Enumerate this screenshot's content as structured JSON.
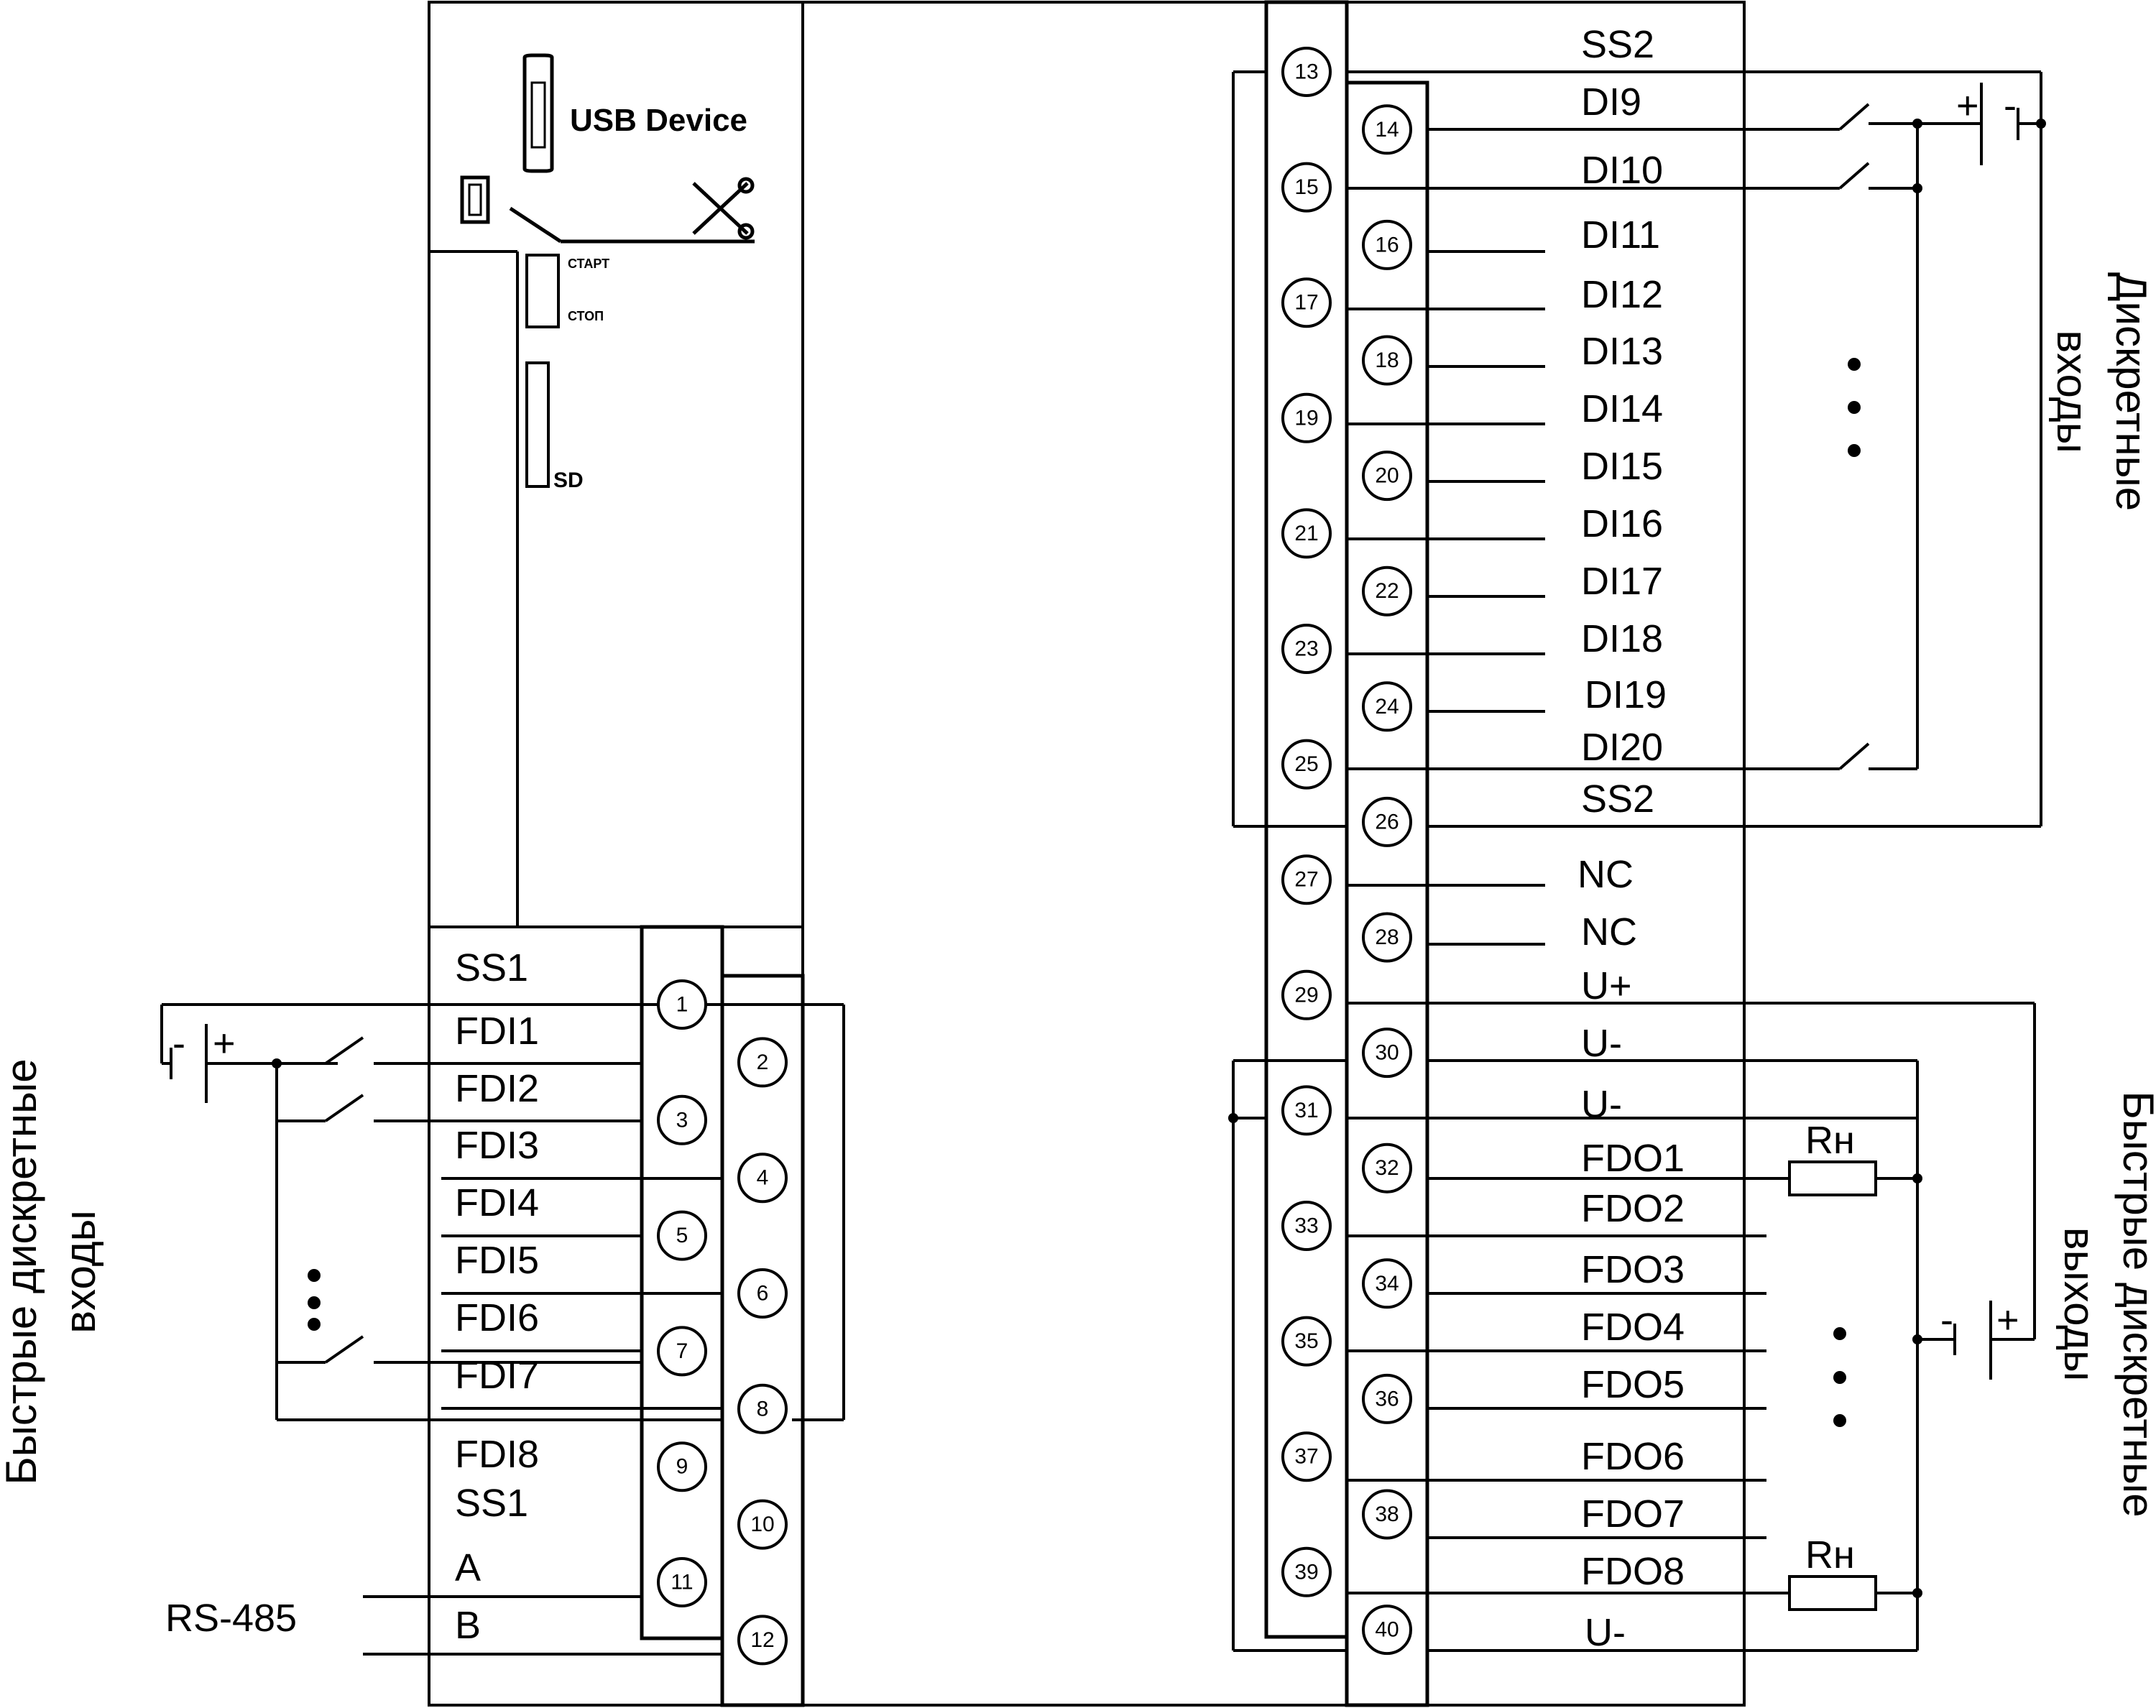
{
  "device": {
    "usb_label": "USB Device",
    "start_label": "СТАРТ",
    "stop_label": "СТОП",
    "sd_label": "SD"
  },
  "left_block": {
    "labels": [
      "SS1",
      "FDI1",
      "FDI2",
      "FDI3",
      "FDI4",
      "FDI5",
      "FDI6",
      "FDI7",
      "FDI8",
      "SS1",
      "A",
      "B"
    ],
    "terminals": [
      "1",
      "2",
      "3",
      "4",
      "5",
      "6",
      "7",
      "8",
      "9",
      "10",
      "11",
      "12"
    ],
    "rs485_label": "RS-485",
    "side_title": [
      "Быстрые дискретные",
      "входы"
    ]
  },
  "right_block": {
    "labels": [
      "SS2",
      "DI9",
      "DI10",
      "DI11",
      "DI12",
      "DI13",
      "DI14",
      "DI15",
      "DI16",
      "DI17",
      "DI18",
      "DI19",
      "DI20",
      "SS2",
      "NC",
      "NC",
      "U+",
      "U-",
      "U-",
      "FDO1",
      "FDO2",
      "FDO3",
      "FDO4",
      "FDO5",
      "FDO6",
      "FDO7",
      "FDO8",
      "U-"
    ],
    "terminals": [
      "13",
      "14",
      "15",
      "16",
      "17",
      "18",
      "19",
      "20",
      "21",
      "22",
      "23",
      "24",
      "25",
      "26",
      "27",
      "28",
      "29",
      "30",
      "31",
      "32",
      "33",
      "34",
      "35",
      "36",
      "37",
      "38",
      "39",
      "40"
    ],
    "load_label": "Rн",
    "side_title_di": [
      "Дискретные",
      "входы"
    ],
    "side_title_fdo": [
      "Быстрые дискретные",
      "выходы"
    ]
  },
  "battery_symbols": {
    "minus": "-",
    "plus": "+"
  }
}
